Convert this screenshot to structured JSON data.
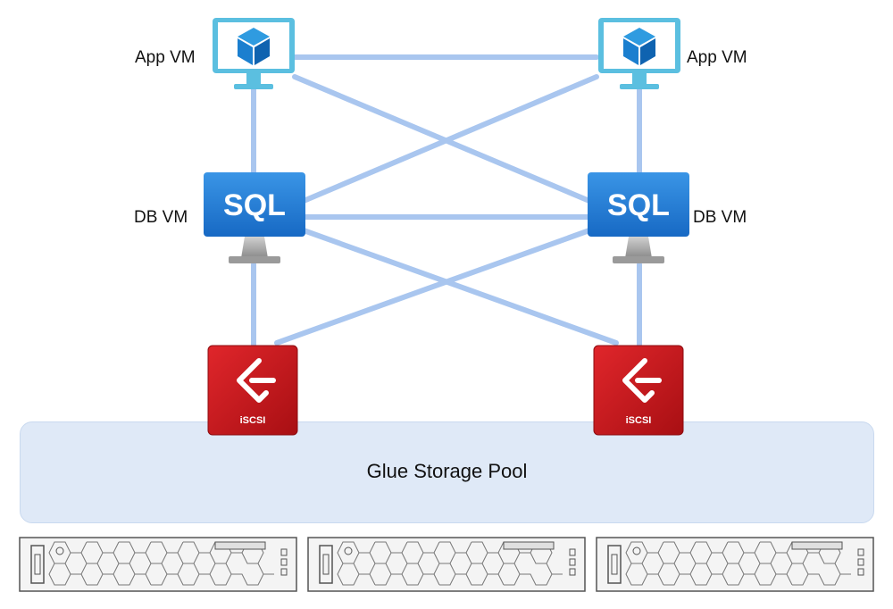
{
  "diagram": {
    "nodes": {
      "app_vm_left": {
        "label": "App VM",
        "icon": "app-vm-monitor-icon"
      },
      "app_vm_right": {
        "label": "App VM",
        "icon": "app-vm-monitor-icon"
      },
      "db_vm_left": {
        "label": "DB VM",
        "icon_text": "SQL",
        "icon": "sql-monitor-icon"
      },
      "db_vm_right": {
        "label": "DB VM",
        "icon_text": "SQL",
        "icon": "sql-monitor-icon"
      },
      "iscsi_left": {
        "icon_text": "iSCSI",
        "icon": "iscsi-target-icon"
      },
      "iscsi_right": {
        "icon_text": "iSCSI",
        "icon": "iscsi-target-icon"
      }
    },
    "storage_pool": {
      "label": "Glue Storage Pool"
    },
    "servers": [
      {
        "icon": "rack-server-icon"
      },
      {
        "icon": "rack-server-icon"
      },
      {
        "icon": "rack-server-icon"
      }
    ],
    "colors": {
      "connection": "#a9c6ef",
      "monitor_blue": "#2b8fd6",
      "monitor_frame": "#5bbfe0",
      "sql_blue": "#1f78d1",
      "iscsi_red": "#c8161b",
      "pool_fill": "#dfe9f7"
    }
  }
}
